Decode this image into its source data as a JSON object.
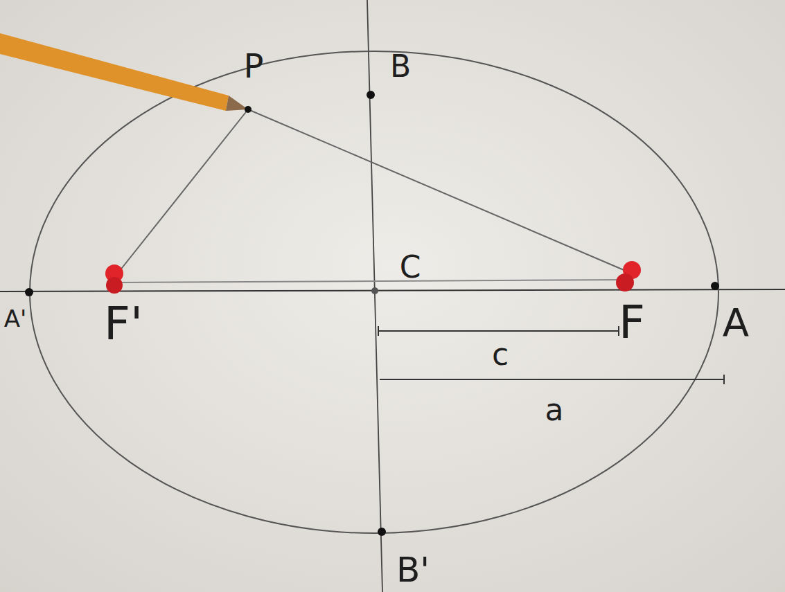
{
  "diagram": {
    "labels": [
      "P",
      "B",
      "C",
      "F'",
      "F",
      "A",
      "c",
      "a",
      "B'",
      "A'"
    ]
  }
}
